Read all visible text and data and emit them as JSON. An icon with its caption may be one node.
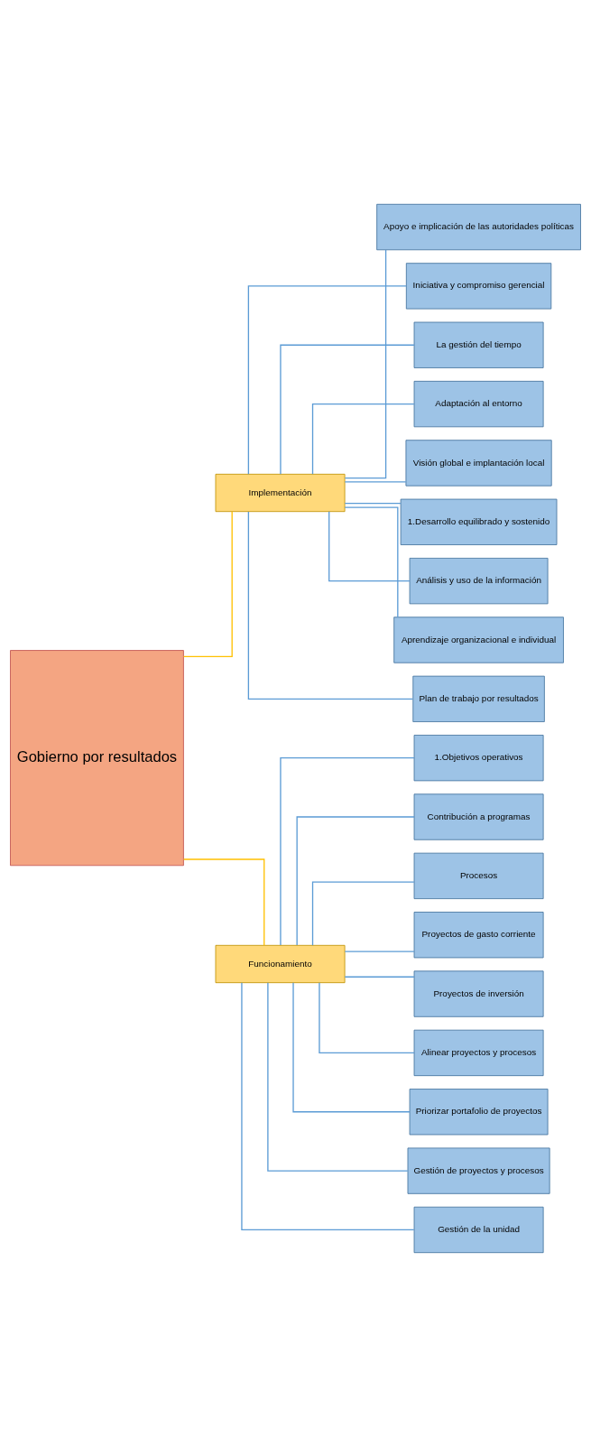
{
  "diagram": {
    "nodes": [
      {
        "text": [
          "Gobierno por resultados"
        ]
      },
      {
        "text": [
          "Implementación"
        ]
      },
      {
        "text": [
          "Apoyo e implicación de las autoridades políticas"
        ]
      },
      {
        "text": [
          "Iniciativa y compromiso gerencial"
        ]
      },
      {
        "text": [
          "La gestión del tiempo"
        ]
      },
      {
        "text": [
          "Adaptación al entorno"
        ]
      },
      {
        "text": [
          "Visión global e implantación local"
        ]
      },
      {
        "text": [
          "1.Desarrollo equilibrado y sostenido"
        ]
      },
      {
        "text": [
          "Análisis y uso de la información"
        ]
      },
      {
        "text": [
          "Aprendizaje organizacional e individual"
        ]
      },
      {
        "text": [
          "Plan de trabajo por resultados"
        ]
      },
      {
        "text": [
          "Funcionamiento"
        ]
      },
      {
        "text": [
          "1.Objetivos operativos"
        ]
      },
      {
        "text": [
          "Contribución a programas"
        ]
      },
      {
        "text": [
          "Procesos"
        ]
      },
      {
        "text": [
          "Proyectos de gasto corriente"
        ]
      },
      {
        "text": [
          "Proyectos de inversión"
        ]
      },
      {
        "text": [
          "Alinear proyectos y procesos"
        ]
      },
      {
        "text": [
          "Priorizar portafolio de proyectos"
        ]
      },
      {
        "text": [
          "Gestión de proyectos y procesos"
        ]
      },
      {
        "text": [
          "Gestión de la unidad"
        ]
      }
    ],
    "edges": [
      {
        "from": 0,
        "to": 1,
        "arrow": "none",
        "color": "#ffc000"
      },
      {
        "from": 0,
        "to": 11,
        "arrow": "none",
        "color": "#ffc000"
      },
      {
        "from": 1,
        "to": 2,
        "arrow": "none"
      },
      {
        "from": 1,
        "to": 3,
        "arrow": "none"
      },
      {
        "from": 1,
        "to": 4,
        "arrow": "none"
      },
      {
        "from": 1,
        "to": 5,
        "arrow": "none"
      },
      {
        "from": 1,
        "to": 6,
        "arrow": "none"
      },
      {
        "from": 1,
        "to": 7,
        "arrow": "none"
      },
      {
        "from": 1,
        "to": 8,
        "arrow": "none"
      },
      {
        "from": 1,
        "to": 9,
        "arrow": "none"
      },
      {
        "from": 1,
        "to": 10,
        "arrow": "none"
      },
      {
        "from": 11,
        "to": 12,
        "arrow": "none"
      },
      {
        "from": 11,
        "to": 13,
        "arrow": "none"
      },
      {
        "from": 11,
        "to": 14,
        "arrow": "none"
      },
      {
        "from": 11,
        "to": 15,
        "arrow": "none"
      },
      {
        "from": 11,
        "to": 16,
        "arrow": "none"
      },
      {
        "from": 11,
        "to": 17,
        "arrow": "none"
      },
      {
        "from": 11,
        "to": 18,
        "arrow": "none"
      },
      {
        "from": 11,
        "to": 19,
        "arrow": "none"
      },
      {
        "from": 11,
        "to": 20,
        "arrow": "none"
      }
    ]
  }
}
